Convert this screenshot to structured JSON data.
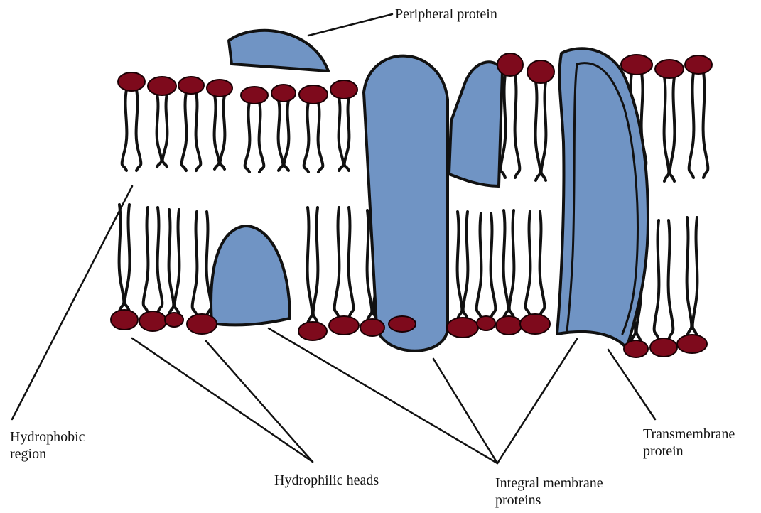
{
  "labels": {
    "peripheral": "Peripheral protein",
    "hydrophobic": [
      "Hydrophobic",
      "region"
    ],
    "hydrophilic": "Hydrophilic heads",
    "integral": [
      "Integral membrane",
      "proteins"
    ],
    "transmembrane": [
      "Transmembrane",
      "protein"
    ]
  },
  "colors": {
    "protein_fill": "#7094c4",
    "head_fill": "#7e0a1c",
    "outline": "#111111",
    "background": "#ffffff"
  }
}
